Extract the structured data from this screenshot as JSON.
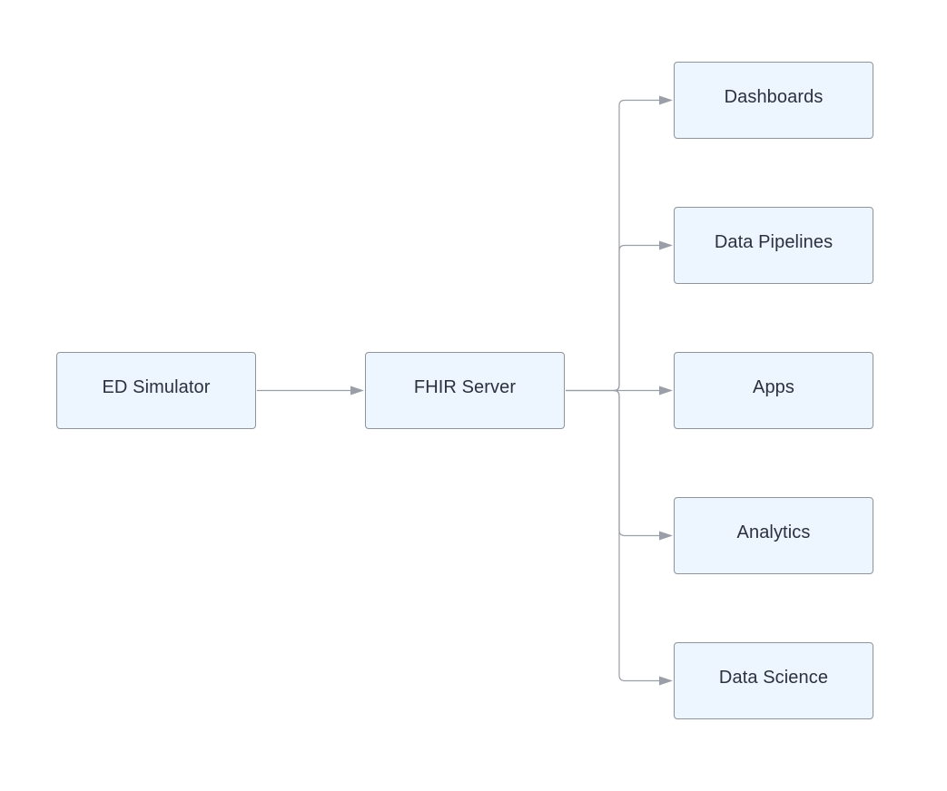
{
  "nodes": {
    "ed_simulator": "ED Simulator",
    "fhir_server": "FHIR Server",
    "dashboards": "Dashboards",
    "data_pipelines": "Data Pipelines",
    "apps": "Apps",
    "analytics": "Analytics",
    "data_science": "Data Science"
  },
  "edges": [
    {
      "from": "ed_simulator",
      "to": "fhir_server"
    },
    {
      "from": "fhir_server",
      "to": "dashboards"
    },
    {
      "from": "fhir_server",
      "to": "data_pipelines"
    },
    {
      "from": "fhir_server",
      "to": "apps"
    },
    {
      "from": "fhir_server",
      "to": "analytics"
    },
    {
      "from": "fhir_server",
      "to": "data_science"
    }
  ],
  "colors": {
    "node_fill": "#edf5ff",
    "node_border": "#8f939c",
    "edge": "#9a9ea7",
    "text": "#2b313f"
  }
}
